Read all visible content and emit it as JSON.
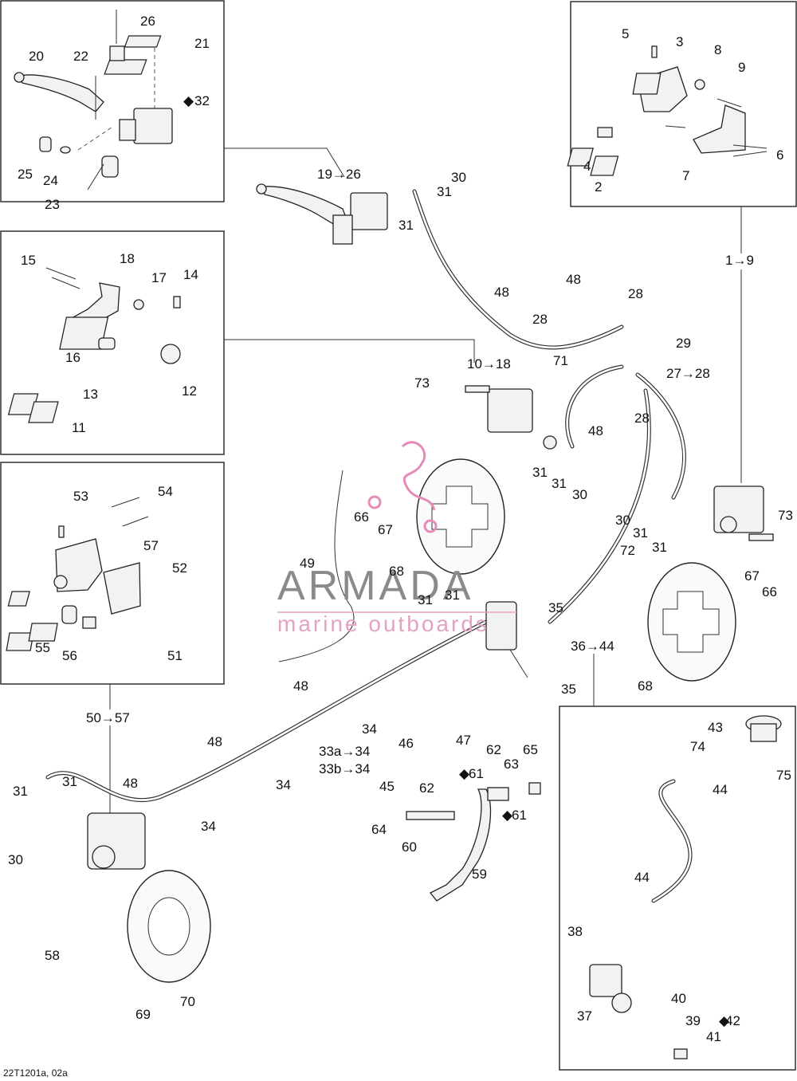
{
  "watermark": {
    "brand": "ARMADA",
    "tagline": "marine outboards",
    "logo_color": "#e58bb8"
  },
  "figure_code": "22T1201a, 02a",
  "panels": {
    "front_master": {
      "labels": [
        "20",
        "22",
        "26",
        "21",
        "32",
        "25",
        "24",
        "23"
      ]
    },
    "rear_caliper_top": {
      "labels": [
        "5",
        "3",
        "8",
        "9",
        "4",
        "2",
        "7",
        "6"
      ]
    },
    "front_caliper_left": {
      "labels": [
        "15",
        "18",
        "17",
        "14",
        "16",
        "13",
        "12",
        "11"
      ]
    },
    "parking_caliper": {
      "labels": [
        "53",
        "54",
        "57",
        "52",
        "55",
        "56",
        "51"
      ]
    },
    "rear_master": {
      "labels": [
        "43",
        "74",
        "75",
        "44",
        "44",
        "38",
        "40",
        "37",
        "39",
        "42",
        "41"
      ]
    }
  },
  "callouts": {
    "range_19_26": "19→26",
    "range_1_9": "1→9",
    "range_10_18": "10→18",
    "range_27_28": "27→28",
    "range_36_44": "36→44",
    "range_50_57": "50→57",
    "range_33a": "33a→34",
    "range_33b": "33b→34",
    "n30a": "30",
    "n31a": "31",
    "n31b": "31",
    "n48a": "48",
    "n48b": "48",
    "n28a": "28",
    "n28b": "28",
    "n71": "71",
    "n29": "29",
    "n73a": "73",
    "n73b": "73",
    "n48c": "48",
    "n28c": "28",
    "n31c": "31",
    "n31d": "31",
    "n30b": "30",
    "n30c": "30",
    "n31e": "31",
    "n31f": "31",
    "n66a": "66",
    "n67a": "67",
    "n68a": "68",
    "n49": "49",
    "n72": "72",
    "n67b": "67",
    "n66b": "66",
    "n31g": "31",
    "n31h": "31",
    "n35a": "35",
    "n35b": "35",
    "n68b": "68",
    "n48d": "48",
    "n34a": "34",
    "n46": "46",
    "n47": "47",
    "n45": "45",
    "n61a": "61",
    "n62a": "62",
    "n63": "63",
    "n65": "65",
    "n62b": "62",
    "n61b": "61",
    "n64": "64",
    "n60": "60",
    "n59": "59",
    "n48e": "48",
    "n34b": "34",
    "n48f": "48",
    "n34c": "34",
    "n31i": "31",
    "n31j": "31",
    "n30d": "30",
    "n58": "58",
    "n69": "69",
    "n70": "70"
  }
}
